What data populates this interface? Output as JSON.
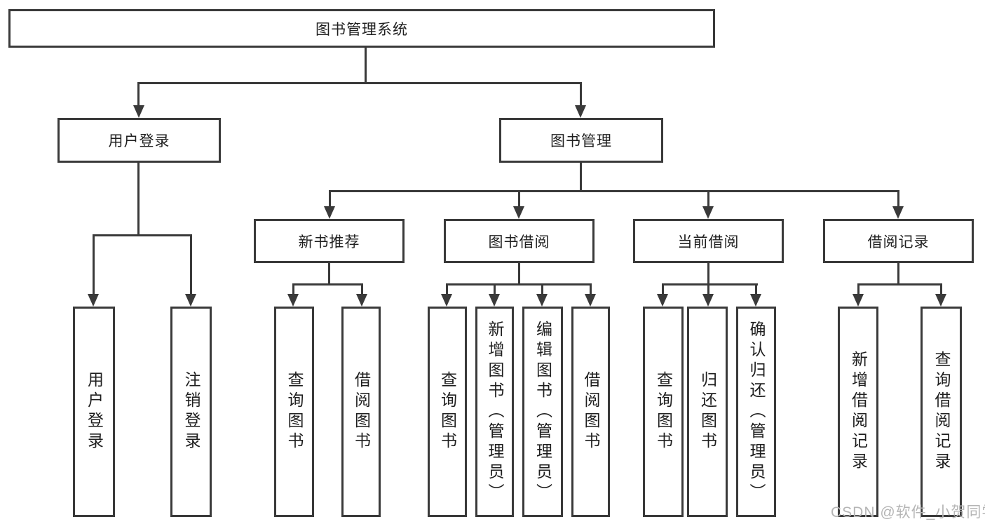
{
  "diagram": {
    "root_label": "图书管理系统",
    "watermark": "CSDN @软件_小贺同学",
    "colors": {
      "line": "#3a3a3a",
      "text": "#1f1f1f",
      "watermark": "#b5b5b5",
      "background": "#ffffff"
    },
    "level2": {
      "user_login": "用户登录",
      "book_mgmt": "图书管理"
    },
    "level3": {
      "new_book": "新书推荐",
      "book_borrow": "图书借阅",
      "current_borrow": "当前借阅",
      "borrow_record": "借阅记录"
    },
    "leaves": {
      "user_login": "用户登录",
      "logout": "注销登录",
      "nb_query": "查询图书",
      "nb_borrow": "借阅图书",
      "bb_query": "查询图书",
      "bb_add": "新增图书（管理员）",
      "bb_edit": "编辑图书（管理员）",
      "bb_borrow": "借阅图书",
      "cb_query": "查询图书",
      "cb_return": "归还图书",
      "cb_confirm": "确认归还（管理员）",
      "br_add": "新增借阅记录",
      "br_query": "查询借阅记录"
    }
  }
}
